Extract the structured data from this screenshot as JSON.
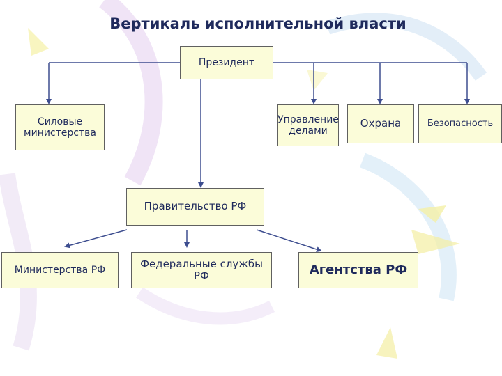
{
  "title": "Вертикаль исполнительной власти",
  "nodes": {
    "president": "Президент",
    "power_ministries": "Силовые министерства",
    "administration": "Управление делами",
    "guard": "Охрана",
    "security": "Безопасность",
    "government": "Правительство РФ",
    "ministries": "Министерства РФ",
    "federal_services": "Федеральные службы РФ",
    "agencies": "Агентства РФ"
  },
  "colors": {
    "box_fill": "#fbfcd9",
    "box_border": "#606060",
    "text": "#1f2a5c",
    "connector": "#3d4d8f"
  }
}
